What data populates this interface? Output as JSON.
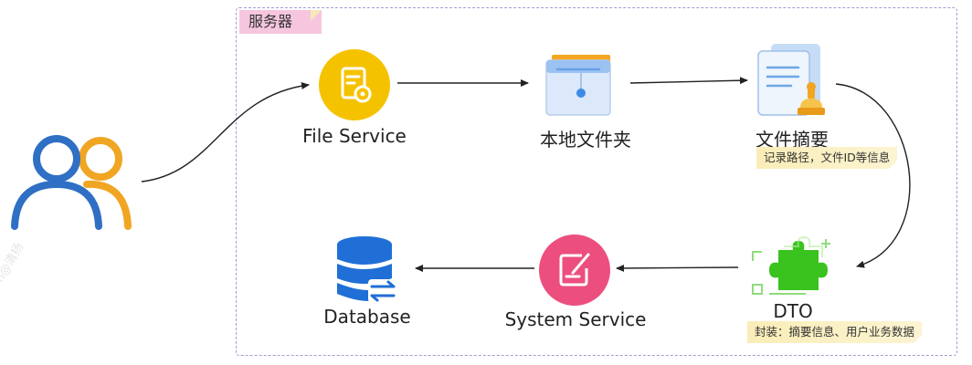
{
  "server_label": "服务器",
  "nodes": {
    "file_service": "File Service",
    "local_folder": "本地文件夹",
    "file_digest": "文件摘要",
    "dto": "DTO",
    "system_service": "System Service",
    "database": "Database"
  },
  "notes": {
    "file_digest_note": "记录路径，文件ID等信息",
    "dto_note": "封装：摘要信息、用户业务数据"
  },
  "colors": {
    "user_blue": "#2f6fc4",
    "user_orange": "#f0a623",
    "file_service": "#f5c200",
    "system_service": "#ec4f7e",
    "dto_green": "#3ac21e",
    "database_blue": "#1f6fd6",
    "server_border": "#a89ad6",
    "server_tag": "#f5c6de"
  },
  "icons": {
    "user": "users-icon",
    "file_service": "file-gear-icon",
    "local_folder": "folder-icon",
    "file_digest": "document-stamp-icon",
    "dto": "puzzle-icon",
    "system_service": "edit-icon",
    "database": "database-icon"
  }
}
